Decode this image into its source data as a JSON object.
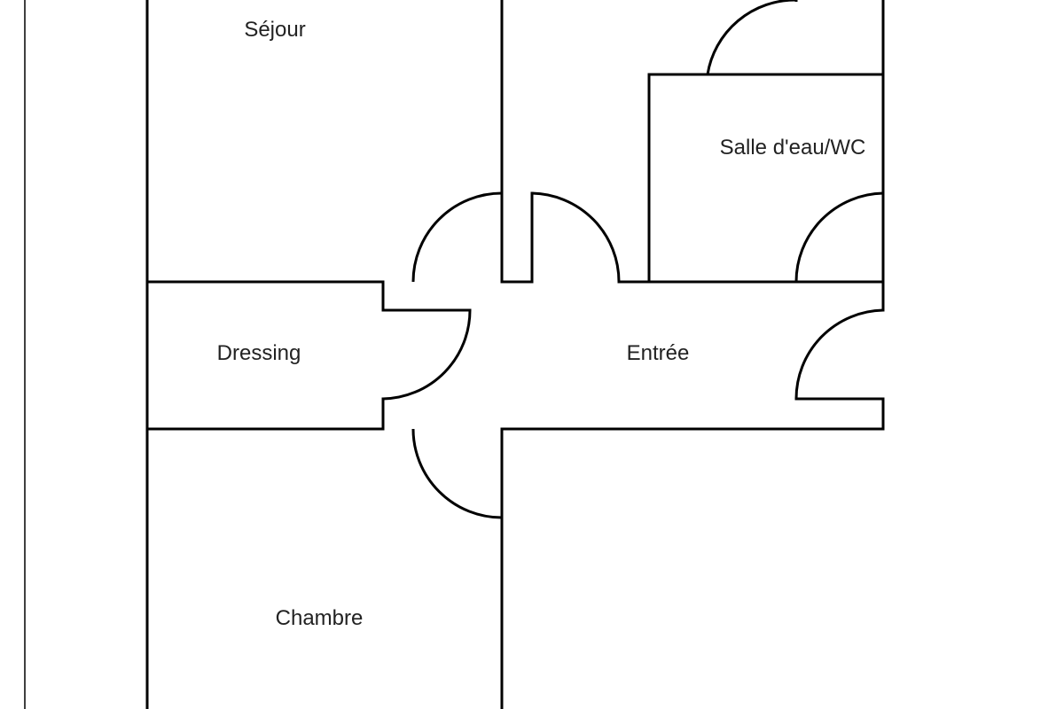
{
  "floor_plan": {
    "rooms": {
      "sejour": "Séjour",
      "salle_eau": "Salle d'eau/WC",
      "dressing": "Dressing",
      "entree": "Entrée",
      "chambre": "Chambre"
    },
    "colors": {
      "wall": "#000000",
      "background": "#ffffff",
      "text": "#222222"
    }
  }
}
